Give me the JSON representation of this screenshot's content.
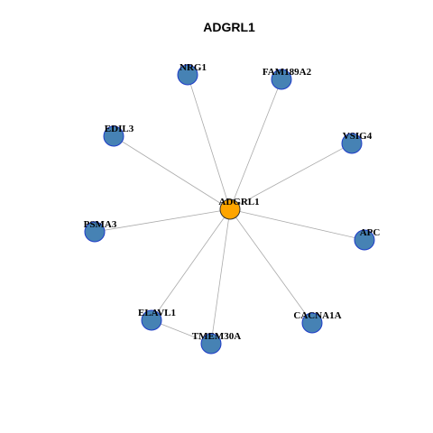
{
  "title": "ADGRL1",
  "colors": {
    "hub_fill": "#FFA500",
    "hub_stroke": "#333333",
    "node_fill": "#4682B4",
    "node_stroke": "#1E3CC8",
    "edge": "#AAAAAA"
  },
  "nodes": [
    {
      "id": "ADGRL1",
      "label": "ADGRL1",
      "hub": true
    },
    {
      "id": "NRG1",
      "label": "NRG1"
    },
    {
      "id": "FAM189A2",
      "label": "FAM189A2"
    },
    {
      "id": "EDIL3",
      "label": "EDIL3"
    },
    {
      "id": "VSIG4",
      "label": "VSIG4"
    },
    {
      "id": "PSMA3",
      "label": "PSMA3"
    },
    {
      "id": "APC",
      "label": "APC"
    },
    {
      "id": "ELAVL1",
      "label": "ELAVL1"
    },
    {
      "id": "TMEM30A",
      "label": "TMEM30A"
    },
    {
      "id": "CACNA1A",
      "label": "CACNA1A"
    }
  ],
  "edges": [
    [
      "ADGRL1",
      "NRG1"
    ],
    [
      "ADGRL1",
      "FAM189A2"
    ],
    [
      "ADGRL1",
      "EDIL3"
    ],
    [
      "ADGRL1",
      "VSIG4"
    ],
    [
      "ADGRL1",
      "PSMA3"
    ],
    [
      "ADGRL1",
      "APC"
    ],
    [
      "ADGRL1",
      "ELAVL1"
    ],
    [
      "ADGRL1",
      "TMEM30A"
    ],
    [
      "ADGRL1",
      "CACNA1A"
    ],
    [
      "ELAVL1",
      "TMEM30A"
    ]
  ]
}
